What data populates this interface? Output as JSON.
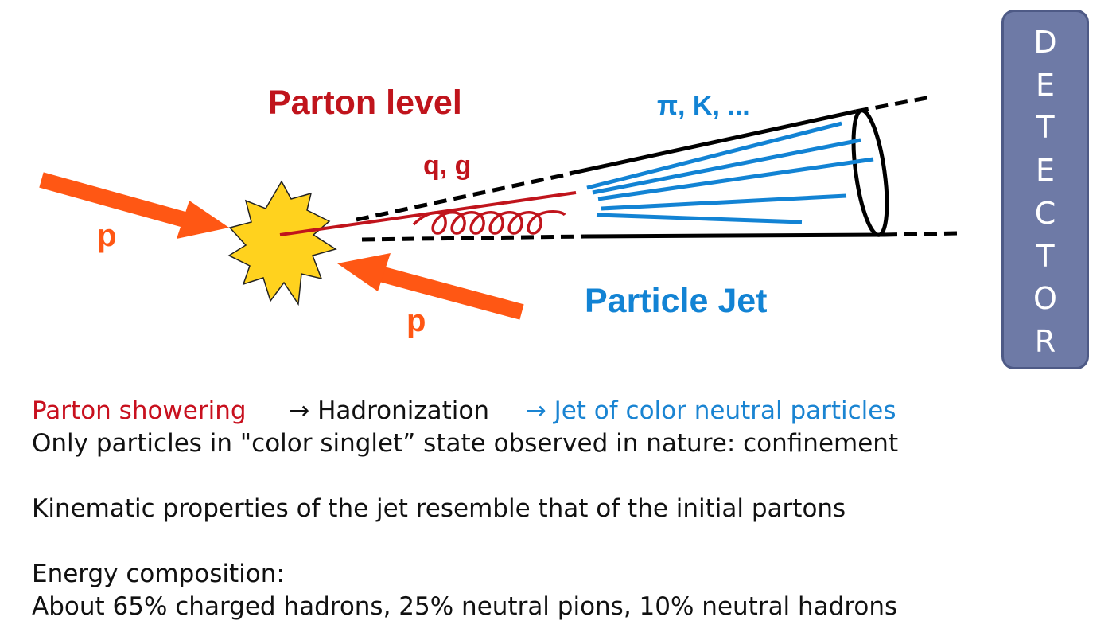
{
  "diagram": {
    "labels": {
      "parton_level": "Parton level",
      "qg": "q, g",
      "hadrons": "π, K, ...",
      "particle_jet": "Particle Jet",
      "proton_left": "p",
      "proton_right": "p"
    },
    "detector_letters": [
      "D",
      "E",
      "T",
      "E",
      "C",
      "T",
      "O",
      "R"
    ],
    "colors": {
      "parton_red": "#c0141c",
      "jet_blue": "#1283d4",
      "proton_orange": "#ff5714",
      "collision_yellow": "#ffd21e",
      "detector_fill": "#6e7aa6"
    }
  },
  "text": {
    "line1": {
      "part1": "Parton showering",
      "part2": "→ Hadronization",
      "part3": "→ Jet of color neutral particles"
    },
    "line2": "Only particles in \"color singlet” state observed in nature: confinement",
    "line3": "Kinematic properties of the jet resemble that of the initial partons",
    "line4": "Energy composition:",
    "line5": "About 65% charged hadrons, 25% neutral pions, 10% neutral hadrons"
  }
}
